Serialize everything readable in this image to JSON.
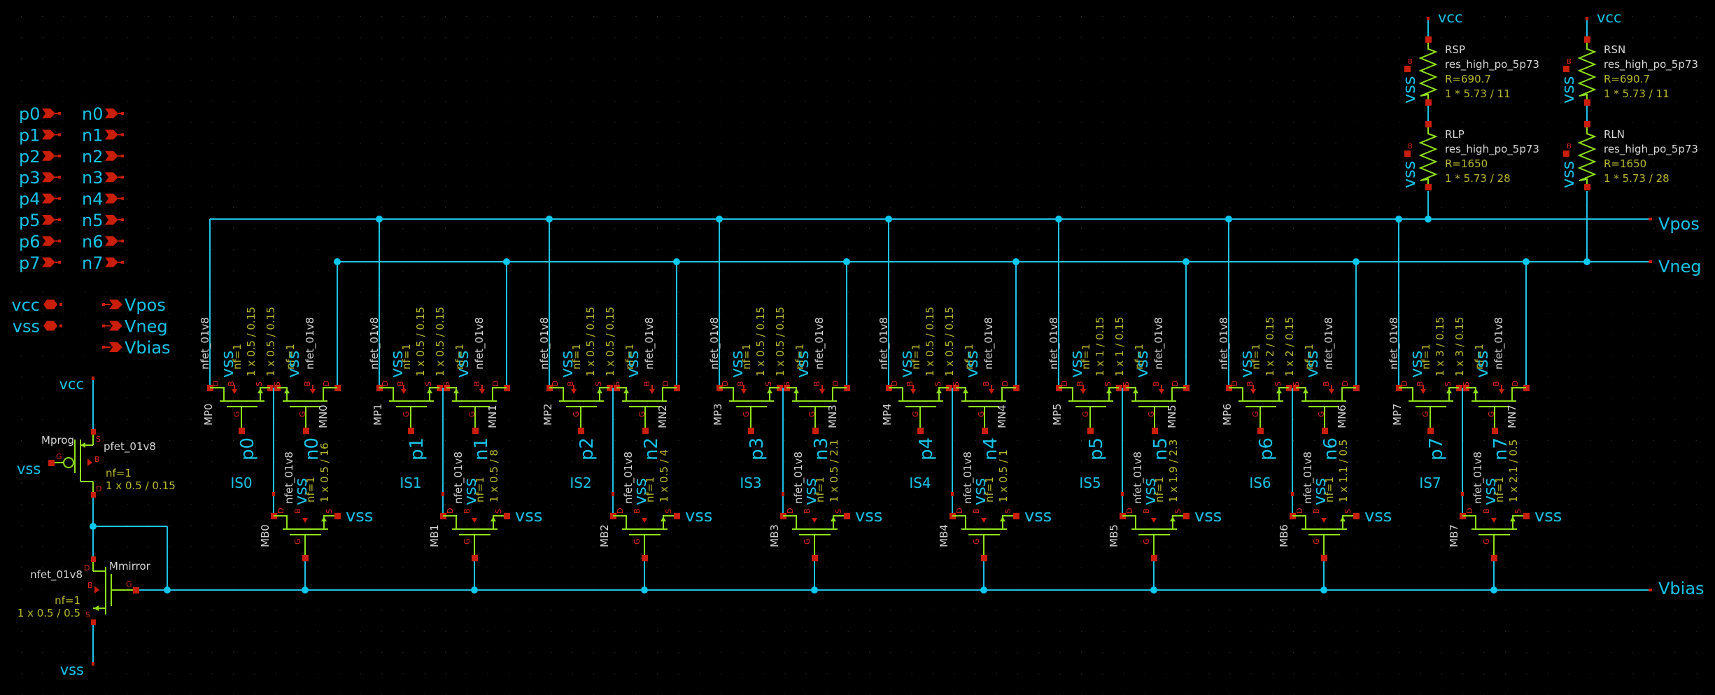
{
  "colors": {
    "background": "#000000",
    "wire": "#1ec2e6",
    "device": "#8fe01a",
    "pin": "#c81e0a",
    "net_label": "#16c3e6",
    "instance_name": "#d6d6d6",
    "parameter": "#b9b92e"
  },
  "ports": {
    "inputs_p": [
      "p0",
      "p1",
      "p2",
      "p3",
      "p4",
      "p5",
      "p6",
      "p7"
    ],
    "inputs_n": [
      "n0",
      "n1",
      "n2",
      "n3",
      "n4",
      "n5",
      "n6",
      "n7"
    ],
    "inouts": [
      "vcc",
      "vss"
    ],
    "outputs": [
      "Vpos",
      "Vneg",
      "Vbias"
    ]
  },
  "bias": {
    "vcc_label": "vcc",
    "vss_label": "vss",
    "gate_label": "vss",
    "mprog": {
      "name": "Mprog",
      "model": "pfet_01v8",
      "nf": "nf=1",
      "size": "1 x 0.5 / 0.15"
    },
    "mmirror": {
      "name": "Mmirror",
      "model": "nfet_01v8",
      "nf": "nf=1",
      "size": "1 x 0.5 / 0.5"
    }
  },
  "pins": {
    "S": "S",
    "D": "D",
    "G": "G",
    "B": "B"
  },
  "cells": [
    {
      "index": 0,
      "mp": "MP0",
      "mn": "MN0",
      "mb": "MB0",
      "is": "IS0",
      "p": "p0",
      "n": "n0",
      "model": "nfet_01v8",
      "nf": "nf=1",
      "bulk": "vss",
      "pair_size": "1 x 0.5 / 0.15",
      "tail_size": "1 x 0.5 / 16",
      "source": "vss"
    },
    {
      "index": 1,
      "mp": "MP1",
      "mn": "MN1",
      "mb": "MB1",
      "is": "IS1",
      "p": "p1",
      "n": "n1",
      "model": "nfet_01v8",
      "nf": "nf=1",
      "bulk": "vss",
      "pair_size": "1 x 0.5 / 0.15",
      "tail_size": "1 x 0.5 / 8",
      "source": "vss"
    },
    {
      "index": 2,
      "mp": "MP2",
      "mn": "MN2",
      "mb": "MB2",
      "is": "IS2",
      "p": "p2",
      "n": "n2",
      "model": "nfet_01v8",
      "nf": "nf=1",
      "bulk": "vss",
      "pair_size": "1 x 0.5 / 0.15",
      "tail_size": "1 x 0.5 / 4",
      "source": "vss"
    },
    {
      "index": 3,
      "mp": "MP3",
      "mn": "MN3",
      "mb": "MB3",
      "is": "IS3",
      "p": "p3",
      "n": "n3",
      "model": "nfet_01v8",
      "nf": "nf=1",
      "bulk": "vss",
      "pair_size": "1 x 0.5 / 0.15",
      "tail_size": "1 x 0.5 / 2.1",
      "source": "vss"
    },
    {
      "index": 4,
      "mp": "MP4",
      "mn": "MN4",
      "mb": "MB4",
      "is": "IS4",
      "p": "p4",
      "n": "n4",
      "model": "nfet_01v8",
      "nf": "nf=1",
      "bulk": "vss",
      "pair_size": "1 x 0.5 / 0.15",
      "tail_size": "1 x 0.5 / 1",
      "source": "vss"
    },
    {
      "index": 5,
      "mp": "MP5",
      "mn": "MN5",
      "mb": "MB5",
      "is": "IS5",
      "p": "p5",
      "n": "n5",
      "model": "nfet_01v8",
      "nf": "nf=1",
      "bulk": "vss",
      "pair_size": "1 x 1 / 0.15",
      "tail_size": "1 x 1.9 / 2.3",
      "source": "vss"
    },
    {
      "index": 6,
      "mp": "MP6",
      "mn": "MN6",
      "mb": "MB6",
      "is": "IS6",
      "p": "p6",
      "n": "n6",
      "model": "nfet_01v8",
      "nf": "nf=1",
      "bulk": "vss",
      "pair_size": "1 x 2 / 0.15",
      "tail_size": "1 x 1.1 / 0.5",
      "source": "vss"
    },
    {
      "index": 7,
      "mp": "MP7",
      "mn": "MN7",
      "mb": "MB7",
      "is": "IS7",
      "p": "p7",
      "n": "n7",
      "model": "nfet_01v8",
      "nf": "nf=1",
      "bulk": "vss",
      "pair_size": "1 x 3 / 0.15",
      "tail_size": "1 x 2.1 / 0.5",
      "source": "vss"
    }
  ],
  "resistors": [
    {
      "col": "pos",
      "name": "RSP",
      "model": "res_high_po_5p73",
      "value": "R=690.7",
      "size": "1 * 5.73 / 11",
      "bulk": "vss",
      "top": "vcc"
    },
    {
      "col": "pos",
      "name": "RLP",
      "model": "res_high_po_5p73",
      "value": "R=1650",
      "size": "1 * 5.73 / 28",
      "bulk": "vss"
    },
    {
      "col": "neg",
      "name": "RSN",
      "model": "res_high_po_5p73",
      "value": "R=690.7",
      "size": "1 * 5.73 / 11",
      "bulk": "vss",
      "top": "vcc"
    },
    {
      "col": "neg",
      "name": "RLN",
      "model": "res_high_po_5p73",
      "value": "R=1650",
      "size": "1 * 5.73 / 28",
      "bulk": "vss"
    }
  ],
  "nets": {
    "vpos": "Vpos",
    "vneg": "Vneg",
    "vbias": "Vbias"
  }
}
